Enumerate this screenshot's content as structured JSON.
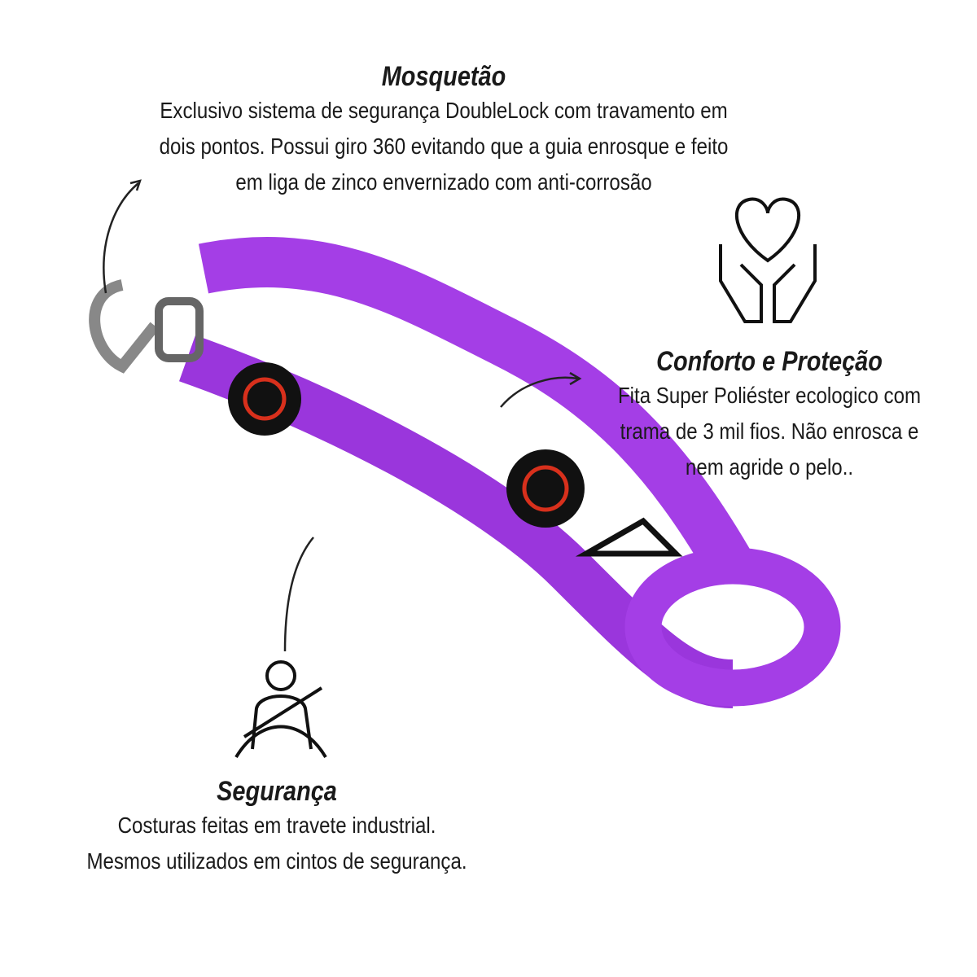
{
  "sections": {
    "mosquetao": {
      "title": "Mosquetão",
      "lines": [
        "Exclusivo sistema de segurança DoubleLock com travamento em",
        "dois pontos. Possui giro 360 evitando que a guia enrosque e feito",
        "em liga de zinco envernizado com anti-corrosão"
      ]
    },
    "conforto": {
      "title": "Conforto e Proteção",
      "lines": [
        "Fita Super Poliéster ecologico com",
        "trama de 3 mil fios. Não enrosca e",
        "nem agride o pelo.."
      ]
    },
    "seguranca": {
      "title": "Segurança",
      "lines": [
        "Costuras feitas em travete industrial.",
        "Mesmos utilizados em cintos de segurança."
      ]
    }
  },
  "colors": {
    "strap": "#a43ee6",
    "strap_dark": "#8a2cc8",
    "patch": "#111111",
    "logo": "#d8301c"
  },
  "icons": [
    "heart-hands-icon",
    "seatbelt-icon",
    "arrow-icon"
  ]
}
